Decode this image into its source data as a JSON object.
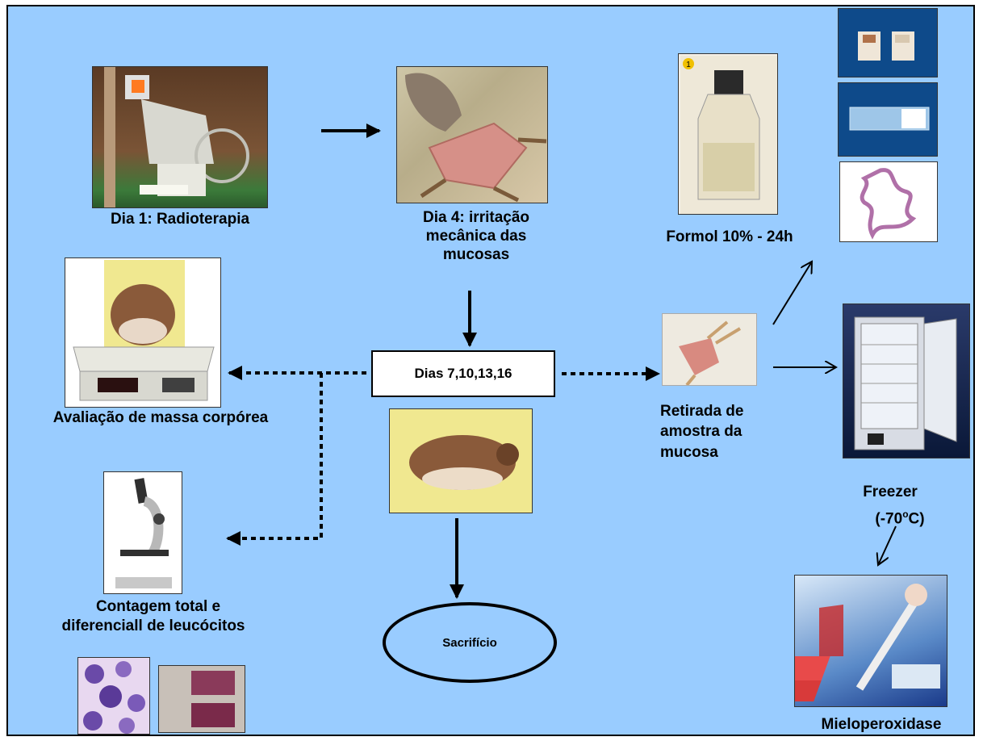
{
  "colors": {
    "background": "#99ccff",
    "stroke": "#000000"
  },
  "steps": {
    "radiotherapy": "Dia 1: Radioterapia",
    "irritation": [
      "Dia 4: irritação",
      "mecânica das",
      "mucosas"
    ],
    "days_box": "Dias 7,10,13,16",
    "body_mass": "Avaliação de massa corpórea",
    "leukocytes": [
      "Contagem total e",
      "diferenciall de leucócitos"
    ],
    "sacrifice": "Sacrifício",
    "sample": [
      "Retirada de",
      "amostra da",
      "mucosa"
    ],
    "formol": "Formol 10% - 24h",
    "freezer": "Freezer",
    "freezer_temp_open": "(-70",
    "freezer_temp_sup": "o",
    "freezer_temp_close": "C)",
    "mpo": "Mieloperoxidase"
  },
  "icons": [
    "radiotherapy-machine-photo",
    "hamster-mucosa-photo",
    "formol-bottle-photo",
    "histology-slides-photo",
    "hamster-scale-photo",
    "hamster-photo",
    "mucosa-sample-photo",
    "freezer-photo",
    "microscope-photo",
    "blood-smear-photo",
    "slide-photo",
    "pipette-lab-photo"
  ],
  "bottle_badge": "1"
}
